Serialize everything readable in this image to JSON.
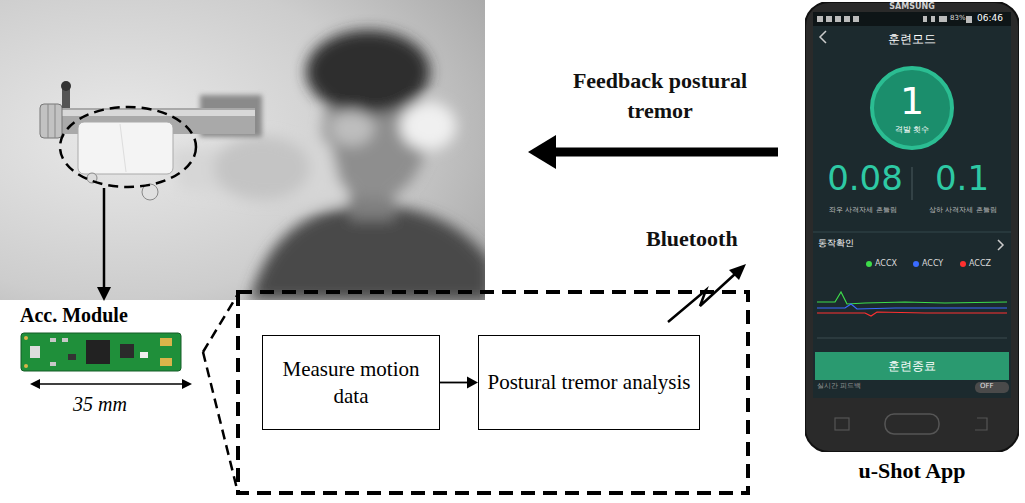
{
  "diagram": {
    "nodes": [
      {
        "text": [
          "Acc. Module"
        ]
      },
      {
        "text": [
          "Measure motion data"
        ]
      },
      {
        "text": [
          "Postural tremor analysis"
        ]
      },
      {
        "text": [
          "u-Shot App"
        ]
      },
      {
        "text": [
          "1",
          "격발 횟수"
        ],
        "in": 3
      },
      {
        "text": [
          "훈련종료"
        ],
        "in": 3
      }
    ],
    "edges": [
      {
        "from": 1,
        "to": 2,
        "arrow": "to"
      }
    ],
    "labels": [
      "Feedback postural tremor",
      "Bluetooth",
      "35 mm",
      "SAMSUNG",
      "83%",
      "06:46",
      "훈련모드",
      "0.08",
      "0.1",
      "좌우 사격자세 흔들림",
      "상하 사격자세 흔들림",
      "동작확인",
      "실시간 피드백",
      "OFF"
    ],
    "legend": [
      {
        "text": "ACCX",
        "color": "#3ddc4a"
      },
      {
        "text": "ACCY",
        "color": "#3a6bff"
      },
      {
        "text": "ACCZ",
        "color": "#ff3030"
      }
    ]
  }
}
